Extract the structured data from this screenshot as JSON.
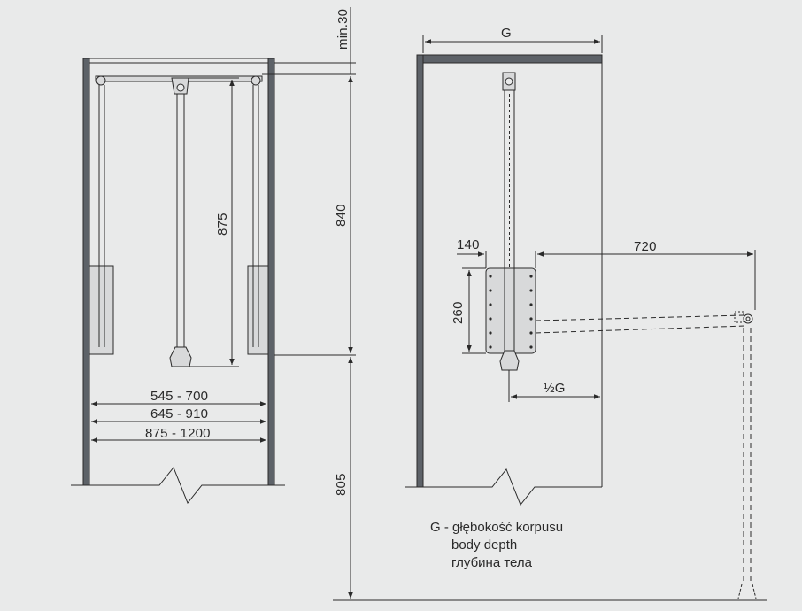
{
  "dimensions": {
    "min30": "min.30",
    "d840": "840",
    "d805": "805",
    "d875": "875",
    "w1": "545 - 700",
    "w2": "645 - 910",
    "w3": "875 - 1200",
    "g": "G",
    "d140": "140",
    "d720": "720",
    "d260": "260",
    "half_g": "½G"
  },
  "legend": {
    "line1": "G - głębokość korpusu",
    "line2": "body depth",
    "line3": "глубина тела"
  },
  "colors": {
    "background": "#e9eaea",
    "cabinet_panel": "#5d6268",
    "line": "#2a2a2a",
    "part_fill": "#d8d9da"
  }
}
